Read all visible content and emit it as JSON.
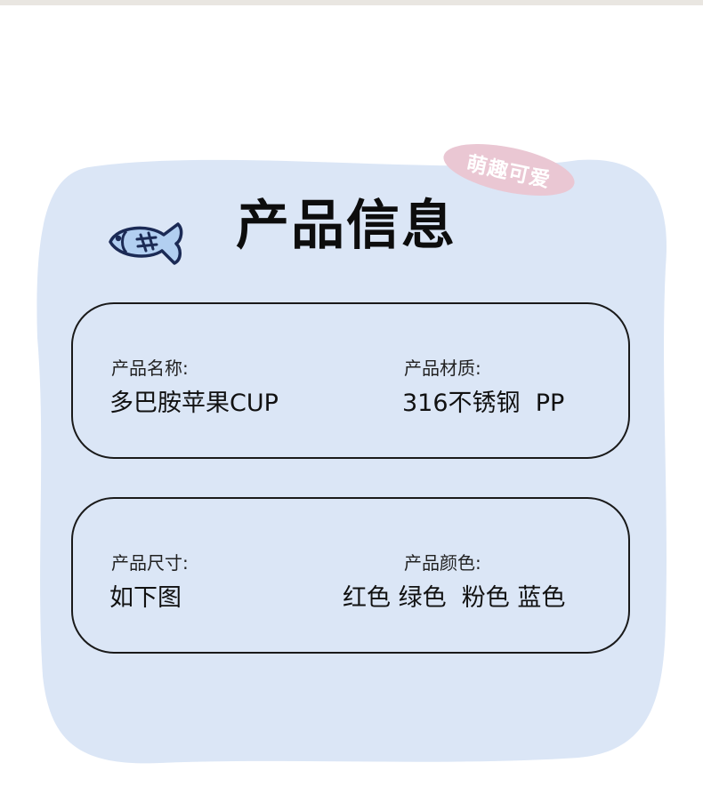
{
  "badge": {
    "text": "萌趣可爱"
  },
  "title": "产品信息",
  "cards": [
    {
      "left": {
        "label": "产品名称:",
        "value": "多巴胺苹果CUP"
      },
      "right": {
        "label": "产品材质:",
        "value": "316不锈钢  PP"
      }
    },
    {
      "left": {
        "label": "产品尺寸:",
        "value": "如下图"
      },
      "right": {
        "label": "产品颜色:",
        "value": "红色 绿色  粉色 蓝色"
      }
    }
  ],
  "colors": {
    "background_blob": "#dbe6f6",
    "badge": "#eac7d3",
    "border": "#1a1a1a",
    "fish_body": "#b2cff1",
    "fish_outline": "#1b2a55"
  },
  "icons": {
    "mascot": "fish-icon"
  }
}
